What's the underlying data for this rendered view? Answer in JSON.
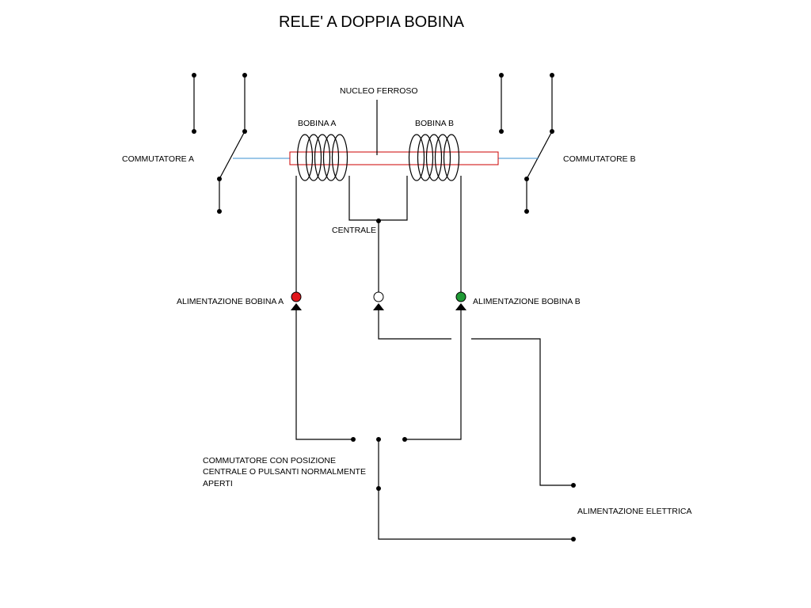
{
  "title": "RELE' A DOPPIA BOBINA",
  "labels": {
    "nucleo": "NUCLEO FERROSO",
    "bobina_a": "BOBINA A",
    "bobina_b": "BOBINA B",
    "commutatore_a": "COMMUTATORE A",
    "commutatore_b": "COMMUTATORE B",
    "centrale": "CENTRALE",
    "alim_bobina_a": "ALIMENTAZIONE BOBINA A",
    "alim_bobina_b": "ALIMENTAZIONE BOBINA B",
    "commutatore_centrale": [
      "COMMUTATORE CON POSIZIONE",
      "CENTRALE O PULSANTI NORMALMENTE",
      "APERTI"
    ],
    "alim_elettrica": "ALIMENTAZIONE ELETTRICA"
  },
  "colors": {
    "core_outline": "#cc0000",
    "linkage": "#3a8fd0",
    "terminal_a": "#e0161b",
    "terminal_centrale": "#ffffff",
    "terminal_b": "#1f9a35"
  }
}
